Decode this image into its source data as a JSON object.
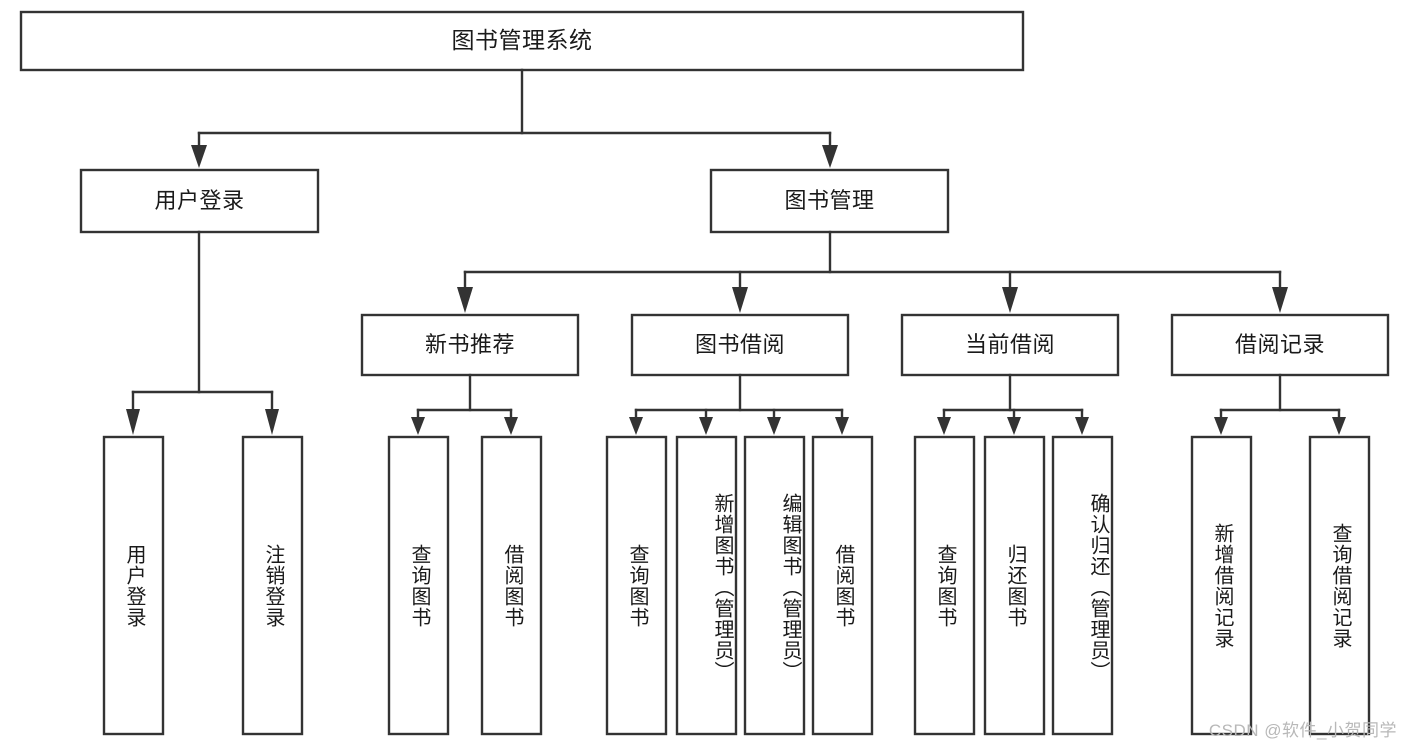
{
  "diagram": {
    "type": "tree",
    "title": "图书管理系统",
    "root": {
      "id": "root",
      "label": "图书管理系统",
      "orientation": "horizontal"
    },
    "level2": [
      {
        "id": "user-login",
        "label": "用户登录",
        "orientation": "horizontal"
      },
      {
        "id": "book-management",
        "label": "图书管理",
        "orientation": "horizontal"
      }
    ],
    "level3": [
      {
        "id": "new-book-recommend",
        "label": "新书推荐",
        "orientation": "horizontal",
        "parent": "book-management"
      },
      {
        "id": "book-borrow",
        "label": "图书借阅",
        "orientation": "horizontal",
        "parent": "book-management"
      },
      {
        "id": "current-borrow",
        "label": "当前借阅",
        "orientation": "horizontal",
        "parent": "book-management"
      },
      {
        "id": "borrow-record",
        "label": "借阅记录",
        "orientation": "horizontal",
        "parent": "book-management"
      }
    ],
    "leaves": {
      "user_login": [
        {
          "id": "leaf-user-login",
          "label": "用户登录"
        },
        {
          "id": "leaf-logout-login",
          "label": "注销登录"
        }
      ],
      "new_book_recommend": [
        {
          "id": "leaf-query-book-1",
          "label": "查询图书"
        },
        {
          "id": "leaf-borrow-book-1",
          "label": "借阅图书"
        }
      ],
      "book_borrow": [
        {
          "id": "leaf-query-book-2",
          "label": "查询图书"
        },
        {
          "id": "leaf-add-book",
          "label": "新增图书（管理员）"
        },
        {
          "id": "leaf-edit-book",
          "label": "编辑图书（管理员）"
        },
        {
          "id": "leaf-borrow-book-2",
          "label": "借阅图书"
        }
      ],
      "current_borrow": [
        {
          "id": "leaf-query-book-3",
          "label": "查询图书"
        },
        {
          "id": "leaf-return-book",
          "label": "归还图书"
        },
        {
          "id": "leaf-confirm-return",
          "label": "确认归还（管理员）"
        }
      ],
      "borrow_record": [
        {
          "id": "leaf-add-record",
          "label": "新增借阅记录"
        },
        {
          "id": "leaf-query-record",
          "label": "查询借阅记录"
        }
      ]
    },
    "watermark": "CSDN @软件_小贺同学",
    "colors": {
      "box_stroke": "#333333",
      "box_fill": "#ffffff",
      "connector": "#333333",
      "text": "#1a1a1a",
      "background": "#ffffff",
      "watermark": "#b8b8b8"
    }
  }
}
